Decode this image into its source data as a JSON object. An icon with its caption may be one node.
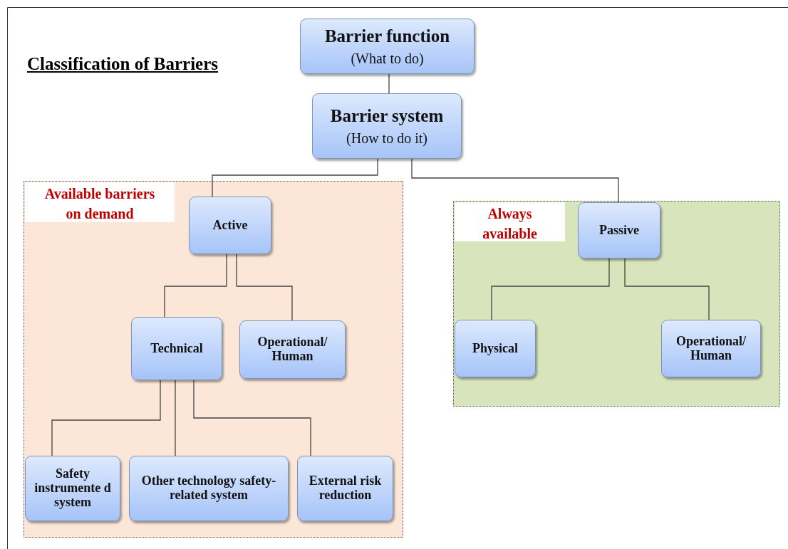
{
  "diagram": {
    "title": "Classification of Barriers",
    "nodes": [
      {
        "text": [
          "Barrier function",
          "(What to do)"
        ]
      },
      {
        "text": [
          "Barrier system",
          "(How to do it)"
        ]
      },
      {
        "text": [
          "Available barriers on demand"
        ]
      },
      {
        "text": [
          "Active"
        ],
        "in": 2
      },
      {
        "text": [
          "Technical"
        ],
        "in": 2
      },
      {
        "text": [
          "Operational/ Human"
        ],
        "in": 2
      },
      {
        "text": [
          "Safety instrumente d system"
        ],
        "in": 2
      },
      {
        "text": [
          "Other technology safety-related system"
        ],
        "in": 2
      },
      {
        "text": [
          "External risk reduction"
        ],
        "in": 2
      },
      {
        "text": [
          "Always available"
        ]
      },
      {
        "text": [
          "Passive"
        ],
        "in": 9
      },
      {
        "text": [
          "Physical"
        ],
        "in": 9
      },
      {
        "text": [
          "Operational/ Human"
        ],
        "in": 9
      }
    ],
    "edges": [
      {
        "from": 0,
        "to": 1,
        "arrow": "none"
      },
      {
        "from": 1,
        "to": 3,
        "arrow": "none"
      },
      {
        "from": 1,
        "to": 10,
        "arrow": "none"
      },
      {
        "from": 3,
        "to": 4,
        "arrow": "none"
      },
      {
        "from": 3,
        "to": 5,
        "arrow": "none"
      },
      {
        "from": 4,
        "to": 6,
        "arrow": "none"
      },
      {
        "from": 4,
        "to": 7,
        "arrow": "none"
      },
      {
        "from": 4,
        "to": 8,
        "arrow": "none"
      },
      {
        "from": 10,
        "to": 11,
        "arrow": "none"
      },
      {
        "from": 10,
        "to": 12,
        "arrow": "none"
      }
    ]
  }
}
